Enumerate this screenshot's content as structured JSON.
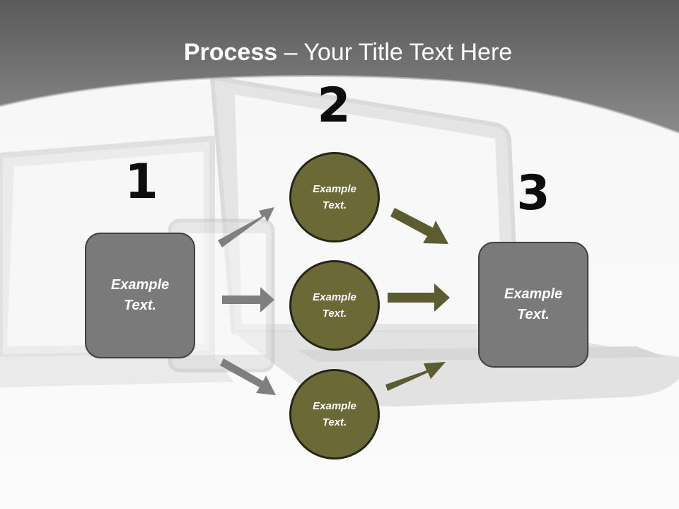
{
  "slide": {
    "title_bold": "Process",
    "title_rest": " – Your Title Text Here"
  },
  "steps": [
    {
      "number": "1"
    },
    {
      "number": "2"
    },
    {
      "number": "3"
    }
  ],
  "left_box": {
    "text": "Example Text."
  },
  "right_box": {
    "text": "Example Text."
  },
  "circles": [
    {
      "text": "Example Text."
    },
    {
      "text": "Example Text."
    },
    {
      "text": "Example Text."
    }
  ],
  "colors": {
    "header_gray": "#6f6f6f",
    "box_gray": "#7a7a7a",
    "circle_olive": "#6b6a37",
    "arrow_gray": "#7f7f7f",
    "arrow_olive": "#5c5c30"
  }
}
